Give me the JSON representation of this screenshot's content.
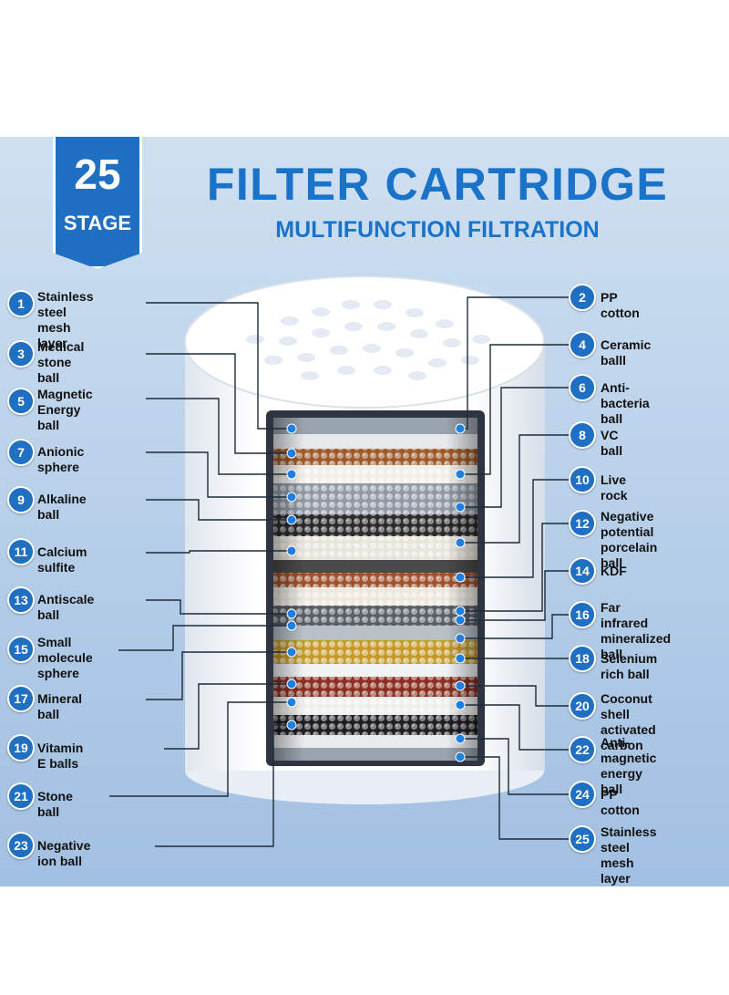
{
  "badge": {
    "number": "25",
    "word": "STAGE"
  },
  "header": {
    "title": "FILTER CARTRIDGE",
    "subtitle": "MULTIFUNCTION FILTRATION"
  },
  "accent_color": "#1f6fc2",
  "stages": [
    {
      "n": "1",
      "label": "Stainless steel\nmesh layer"
    },
    {
      "n": "2",
      "label": "PP cotton"
    },
    {
      "n": "3",
      "label": "Medical stone\nball"
    },
    {
      "n": "4",
      "label": "Ceramic balll"
    },
    {
      "n": "5",
      "label": "Magnetic\nEnergy ball"
    },
    {
      "n": "6",
      "label": "Anti-bacteria ball"
    },
    {
      "n": "7",
      "label": "Anionic sphere"
    },
    {
      "n": "8",
      "label": "VC ball"
    },
    {
      "n": "9",
      "label": "Alkaline ball"
    },
    {
      "n": "10",
      "label": "Live rock"
    },
    {
      "n": "11",
      "label": "Calcium sulfite"
    },
    {
      "n": "12",
      "label": "Negative potential\nporcelain ball"
    },
    {
      "n": "13",
      "label": "Antiscale ball"
    },
    {
      "n": "14",
      "label": "KDF"
    },
    {
      "n": "15",
      "label": "Small molecule\nsphere"
    },
    {
      "n": "16",
      "label": "Far infrared\nmineralized ball"
    },
    {
      "n": "17",
      "label": "Mineral ball"
    },
    {
      "n": "18",
      "label": "Selenium rich ball"
    },
    {
      "n": "19",
      "label": "Vitamin E balls"
    },
    {
      "n": "20",
      "label": "Coconut shell\nactivated carbon"
    },
    {
      "n": "21",
      "label": "Stone ball"
    },
    {
      "n": "22",
      "label": "Anti-magnetic\nenergy ball"
    },
    {
      "n": "23",
      "label": "Negative ion ball"
    },
    {
      "n": "24",
      "label": "PP cotton"
    },
    {
      "n": "25",
      "label": "Stainless steel\nmesh layer"
    }
  ]
}
